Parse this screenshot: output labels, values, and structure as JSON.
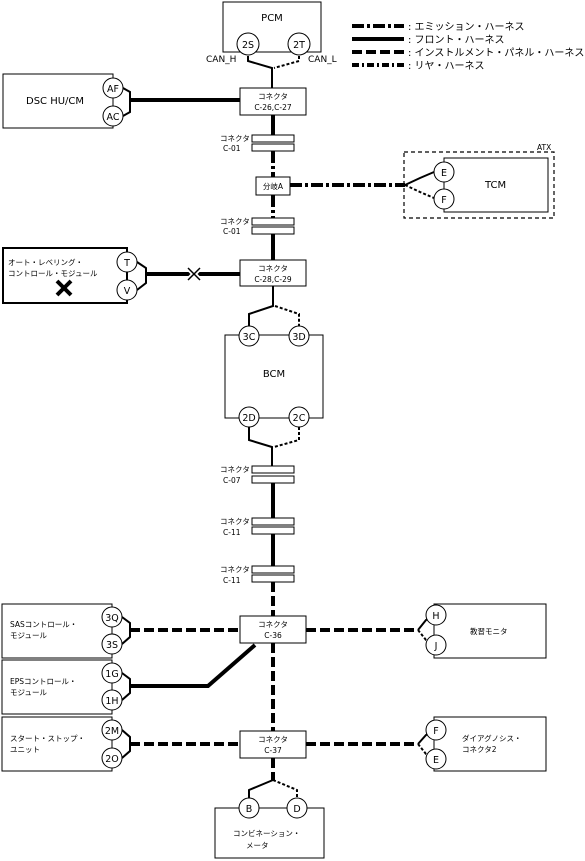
{
  "legend": [
    {
      "label": ": エミッション・ハーネス",
      "style": "emission"
    },
    {
      "label": ": フロント・ハーネス",
      "style": "front"
    },
    {
      "label": ": インストルメント・パネル・ハーネス",
      "style": "ipanel"
    },
    {
      "label": ": リヤ・ハーネス",
      "style": "rear"
    }
  ],
  "modules": {
    "pcm": "PCM",
    "dsc": "DSC HU/CM",
    "tcm": "TCM",
    "atx": "ATX",
    "auto_level_1": "オート・レベリング・",
    "auto_level_2": "コントロール・モジュール",
    "bcm": "BCM",
    "sas_1": "SASコントロール・",
    "sas_2": "モジュール",
    "eps_1": "EPSコントロール・",
    "eps_2": "モジュール",
    "ss_1": "スタート・ストップ・",
    "ss_2": "ユニット",
    "monitor": "教習モニタ",
    "dlc_1": "ダイアグノシス・",
    "dlc_2": "コネクタ2",
    "meter_1": "コンビネーション・",
    "meter_2": "メータ"
  },
  "pins": {
    "pcm_h": "2S",
    "pcm_l": "2T",
    "dsc_a": "AF",
    "dsc_b": "AC",
    "tcm_a": "E",
    "tcm_b": "F",
    "al_a": "T",
    "al_b": "V",
    "bcm_a": "3C",
    "bcm_b": "3D",
    "bcm_c": "2D",
    "bcm_d": "2C",
    "sas_a": "3Q",
    "sas_b": "3S",
    "eps_a": "1G",
    "eps_b": "1H",
    "ss_a": "2M",
    "ss_b": "2O",
    "mon_a": "H",
    "mon_b": "J",
    "dlc_a": "F",
    "dlc_b": "E",
    "met_a": "B",
    "met_b": "D"
  },
  "can": {
    "high": "CAN_H",
    "low": "CAN_L"
  },
  "connector_word": "コネクタ",
  "connectors": {
    "c26": "C-26,C-27",
    "c01a": "C-01",
    "branch": "分岐A",
    "c01b": "C-01",
    "c28": "C-28,C-29",
    "c07": "C-07",
    "c11a": "C-11",
    "c11b": "C-11",
    "c36": "C-36",
    "c37": "C-37"
  }
}
